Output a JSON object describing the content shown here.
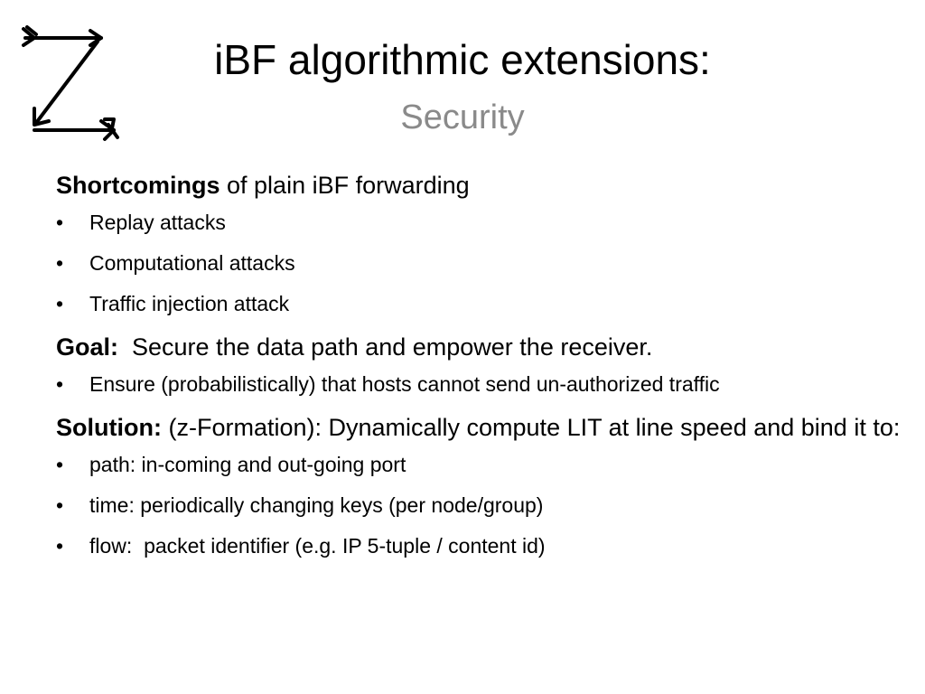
{
  "slide": {
    "title": "iBF algorithmic extensions:",
    "subtitle": "Security",
    "logo_icon": "z-arrows-icon",
    "bullet_char": "•",
    "sections": [
      {
        "heading_bold": "Shortcomings",
        "heading_rest": " of plain iBF forwarding",
        "bullets": [
          "Replay attacks",
          "Computational attacks",
          "Traffic injection attack"
        ]
      },
      {
        "heading_bold": "Goal:",
        "heading_rest": "  Secure the data path and empower the receiver.",
        "bullets": [
          "Ensure (probabilistically) that hosts cannot send un-authorized traffic"
        ]
      },
      {
        "heading_bold": "Solution:",
        "heading_rest": " (z-Formation): Dynamically compute LIT at line speed and bind it to:",
        "bullets": [
          "path: in-coming and out-going port",
          "time: periodically changing keys (per node/group)",
          "flow:  packet identifier (e.g. IP 5-tuple / content id)"
        ]
      }
    ]
  }
}
